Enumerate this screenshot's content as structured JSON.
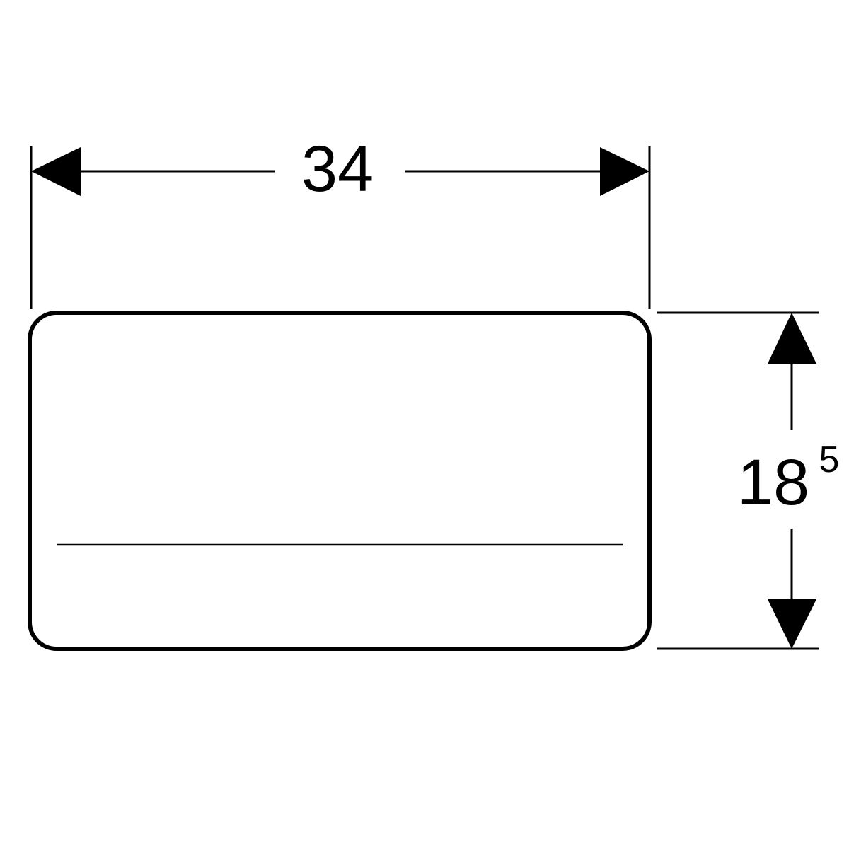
{
  "drawing": {
    "line_color": "#000000",
    "background_color": "#ffffff",
    "width_dimension": {
      "value": "34"
    },
    "height_dimension": {
      "value": "18",
      "superscript": "5"
    }
  }
}
